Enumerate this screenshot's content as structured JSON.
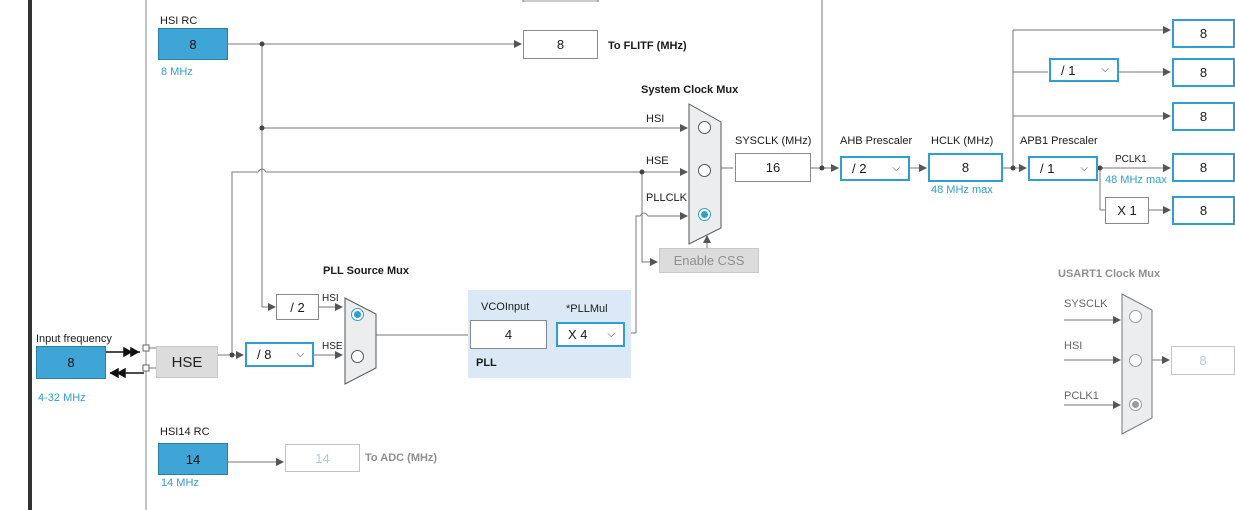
{
  "hsi_rc": {
    "label": "HSI RC",
    "value": "8",
    "freq": "8 MHz"
  },
  "flitf": {
    "value": "8",
    "label": "To FLITF (MHz)"
  },
  "system_clock_mux": {
    "title": "System Clock Mux",
    "inputs": [
      "HSI",
      "HSE",
      "PLLCLK"
    ],
    "selected": "PLLCLK"
  },
  "sysclk": {
    "label": "SYSCLK (MHz)",
    "value": "16"
  },
  "ahb_prescaler": {
    "label": "AHB Prescaler",
    "value": "/ 2"
  },
  "hclk": {
    "label": "HCLK (MHz)",
    "value": "8",
    "max": "48 MHz max"
  },
  "apb1_prescaler": {
    "label": "APB1 Prescaler",
    "value": "/ 1"
  },
  "pclk1": {
    "label": "PCLK1",
    "value": "8",
    "max": "48 MHz max"
  },
  "x1": {
    "value": "X 1"
  },
  "tim_mult_out": {
    "value": "8"
  },
  "outputs": {
    "o1": "8",
    "o2_div": "/ 1",
    "o2": "8",
    "o3": "8"
  },
  "enable_css": {
    "label": "Enable CSS"
  },
  "pll_source_mux": {
    "title": "PLL Source Mux",
    "inputs": [
      "HSI",
      "HSE"
    ],
    "selected": "HSI"
  },
  "hsi_div2": {
    "value": "/ 2"
  },
  "hse_div": {
    "value": "/ 8"
  },
  "pll": {
    "title": "PLL",
    "vco_label": "VCOInput",
    "vco_value": "4",
    "mul_label": "*PLLMul",
    "mul_value": "X 4"
  },
  "input_frequency": {
    "label": "Input frequency",
    "value": "8",
    "range": "4-32 MHz"
  },
  "hse": {
    "label": "HSE"
  },
  "hsi14_rc": {
    "label": "HSI14 RC",
    "value": "14",
    "freq": "14 MHz"
  },
  "adc": {
    "value": "14",
    "label": "To ADC (MHz)"
  },
  "usart1_mux": {
    "title": "USART1 Clock Mux",
    "inputs": [
      "SYSCLK",
      "HSI",
      "PCLK1"
    ],
    "selected": "PCLK1",
    "output": "8"
  },
  "colors": {
    "accent": "#2f9fd3",
    "fill": "#3ea5d6",
    "button": "#dcdcdc",
    "pll_bg": "#dbe9f6"
  }
}
